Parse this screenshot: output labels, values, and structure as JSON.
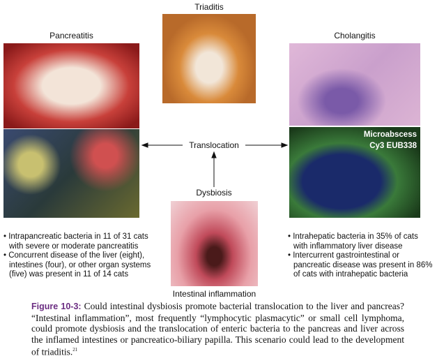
{
  "labels": {
    "triaditis": "Triaditis",
    "pancreatitis": "Pancreatitis",
    "cholangitis": "Cholangitis",
    "translocation": "Translocation",
    "dysbiosis": "Dysbiosis",
    "intestinal": "Intestinal inflammation",
    "microabscess": "Microabscess",
    "stain": "Cy3 EUB338"
  },
  "left_bullets": [
    "• Intrapancreatic bacteria in 11 of 31 cats with severe or moderate pancreatitis",
    "• Concurrent disease of the liver (eight), intestines (four), or other organ systems (five) was present in 11 of 14 cats"
  ],
  "right_bullets": [
    "• Intrahepatic bacteria in 35% of cats with inflammatory liver disease",
    "• Intercurrent gastrointestinal or pancreatic disease was present in 86% of cats with intrahepatic bacteria"
  ],
  "caption": {
    "label": "Figure 10-3:",
    "text": " Could intestinal dysbiosis promote bacterial translocation to the liver and pancreas? “Intestinal inflammation”, most frequently “lymphocytic plasmacytic” or small cell lymphoma, could promote dysbiosis and the translocation of enteric bacteria to the pancreas and liver across the inflamed intestines or pancreatico-biliary papilla. This scenario could lead to the development of triaditis.",
    "ref": "21"
  }
}
